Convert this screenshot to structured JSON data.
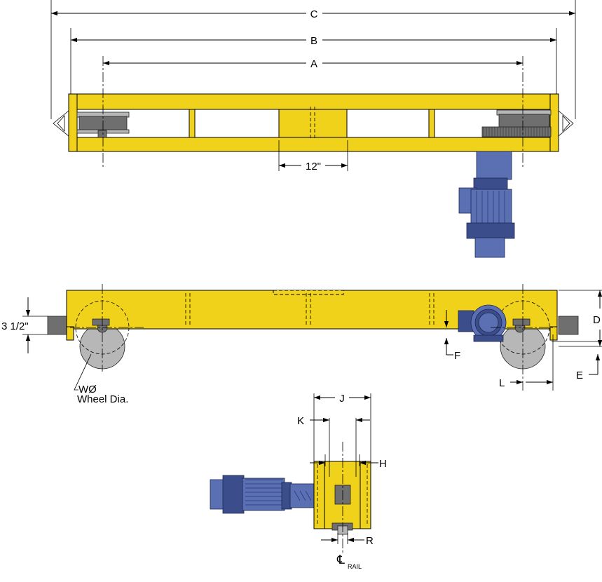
{
  "labels": {
    "dim_a": "A",
    "dim_b": "B",
    "dim_c": "C",
    "dim_12": "12\"",
    "dim_d": "D",
    "dim_e": "E",
    "dim_f": "F",
    "dim_l": "L",
    "dim_3half": "3 1/2\"",
    "wheel_symbol": "WØ",
    "wheel_caption": "Wheel Dia.",
    "dim_j": "J",
    "dim_k": "K",
    "dim_h": "H",
    "dim_r": "R",
    "centerline_symbol": "℄",
    "centerline_sub": "RAIL"
  },
  "colors": {
    "frame": "#f1d21b",
    "frame_dark": "#c9a90f",
    "motor": "#5b6fb3",
    "motor_dark": "#3c4d8c",
    "steel": "#6f6f6f",
    "steel_light": "#b7b7b7"
  }
}
